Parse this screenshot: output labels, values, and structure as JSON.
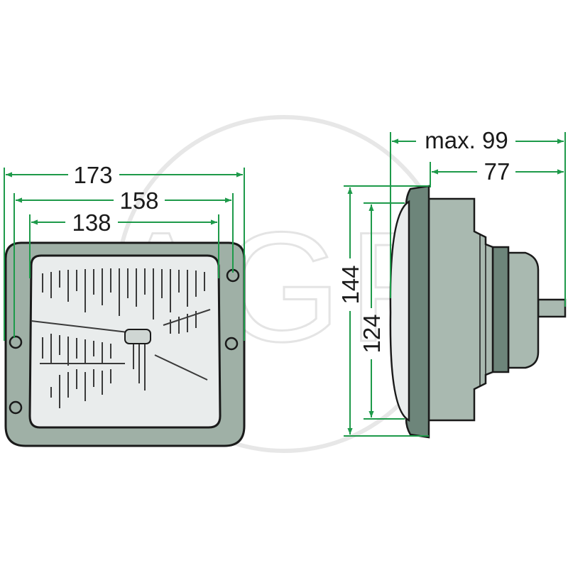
{
  "watermark": {
    "text": "AGP"
  },
  "dimensions": {
    "front_outer_width": "173",
    "front_mid_width": "158",
    "front_inner_width": "138",
    "side_max_depth": "max. 99",
    "side_body_depth": "77",
    "side_outer_height": "144",
    "side_inner_height": "124"
  },
  "colors": {
    "dimension_line": "#1e9a4a",
    "frame_fill": "#9fb0a6",
    "body_fill": "#a9b9b0",
    "dark_band": "#6d857a",
    "lens_fill": "#e9ecec",
    "outline": "#1a1a1a",
    "watermark": "#d4d4d4"
  }
}
